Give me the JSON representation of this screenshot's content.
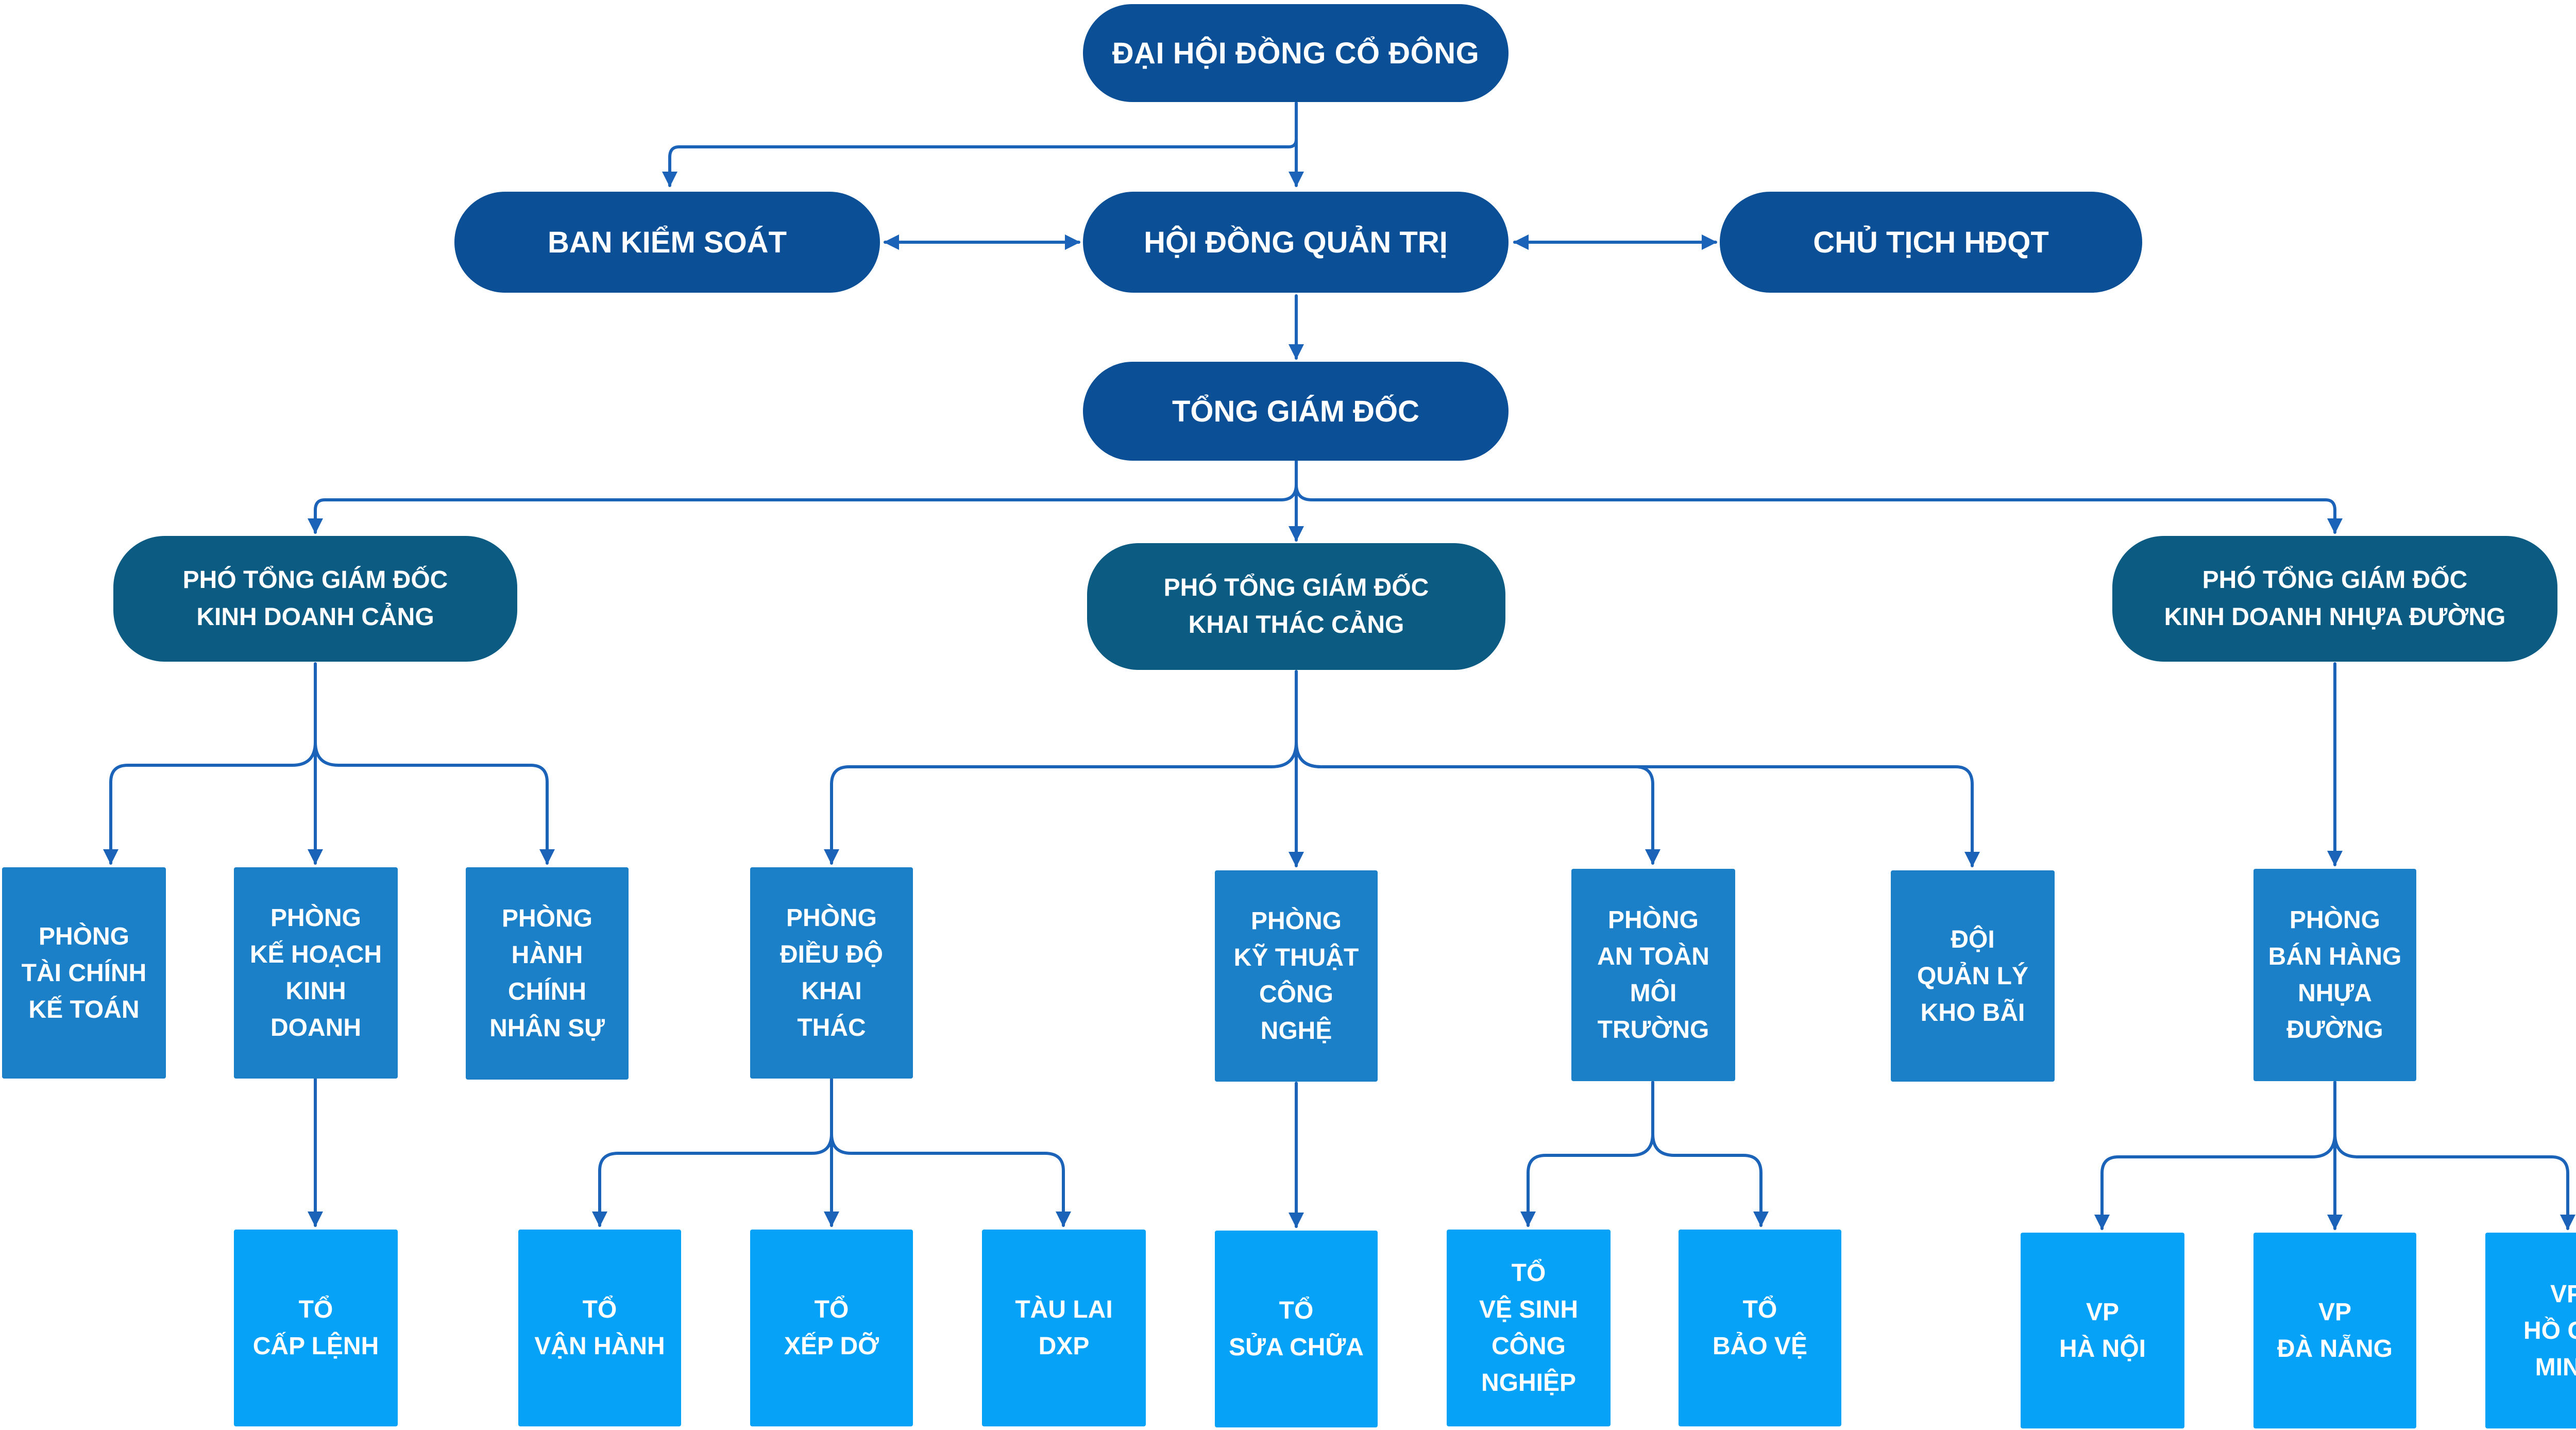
{
  "diagram": {
    "colors": {
      "top_level": "#0b4f96",
      "deputy_director": "#0c5b83",
      "department": "#1b80c8",
      "unit": "#06a2f8",
      "connector": "#1b63b8"
    },
    "nodes": {
      "shareholders": "ĐẠI HỘI ĐỒNG CỔ ĐÔNG",
      "supervisory_board": "BAN KIỂM SOÁT",
      "board_of_directors": "HỘI ĐỒNG QUẢN TRỊ",
      "chairman": "CHỦ TỊCH HĐQT",
      "general_director": "TỔNG GIÁM ĐỐC",
      "deputy_port_business": "PHÓ TỔNG GIÁM ĐỐC\nKINH DOANH CẢNG",
      "deputy_port_operations": "PHÓ TỔNG GIÁM ĐỐC\nKHAI THÁC CẢNG",
      "deputy_asphalt_business": "PHÓ TỔNG GIÁM ĐỐC\nKINH DOANH NHỰA ĐƯỜNG",
      "dept_finance_accounting": "PHÒNG\nTÀI CHÍNH\nKẾ TOÁN",
      "dept_business_planning": "PHÒNG\nKẾ HOẠCH\nKINH\nDOANH",
      "dept_hr_admin": "PHÒNG\nHÀNH\nCHÍNH\nNHÂN SỰ",
      "dept_operations_dispatch": "PHÒNG\nĐIỀU ĐỘ\nKHAI\nTHÁC",
      "dept_technical": "PHÒNG\nKỸ THUẬT\nCÔNG\nNGHỆ",
      "dept_safety_environment": "PHÒNG\nAN TOÀN\nMÔI\nTRƯỜNG",
      "team_yard_management": "ĐỘI\nQUẢN LÝ\nKHO BÃI",
      "dept_asphalt_sales": "PHÒNG\nBÁN HÀNG\nNHỰA\nĐƯỜNG",
      "unit_order_issuing": "TỔ\nCẤP LỆNH",
      "unit_operation": "TỔ\nVẬN HÀNH",
      "unit_stevedoring": "TỔ\nXẾP DỠ",
      "unit_tugboat": "TÀU LAI\nDXP",
      "unit_repair": "TỔ\nSỬA CHỮA",
      "unit_industrial_hygiene": "TỔ\nVỆ SINH\nCÔNG\nNGHIỆP",
      "unit_security": "TỔ\nBẢO VỆ",
      "office_hanoi": "VP\nHÀ NỘI",
      "office_danang": "VP\nĐÀ NẴNG",
      "office_hcmc": "VP\nHỒ CHÍ\nMINH"
    }
  }
}
